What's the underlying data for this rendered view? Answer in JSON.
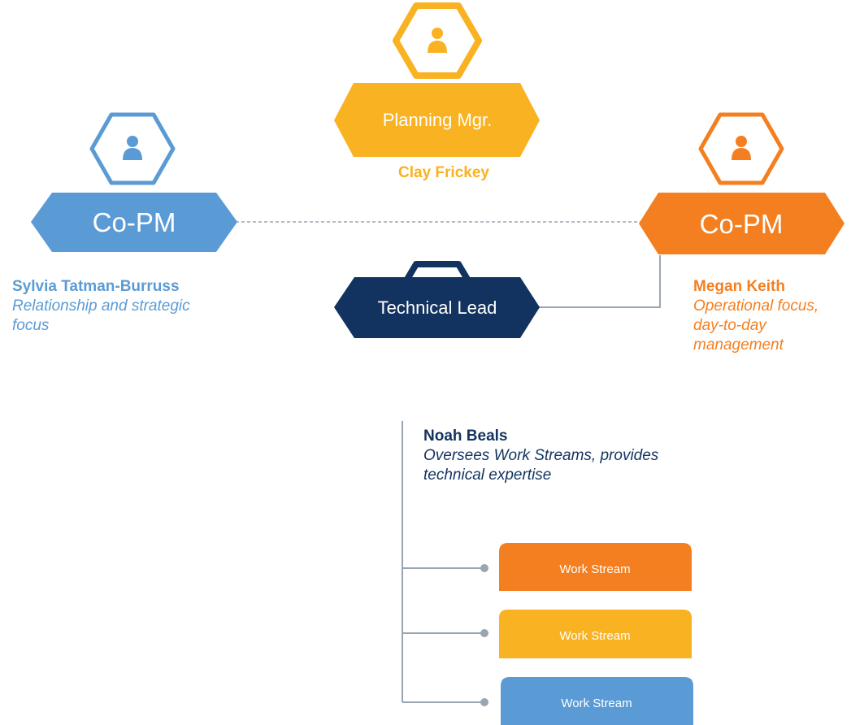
{
  "colors": {
    "gold": "#f9b221",
    "light_blue": "#5b9bd5",
    "orange": "#f47f20",
    "navy": "#12335f",
    "connector": "#9aa5b2"
  },
  "roles": {
    "planning": {
      "title": "Planning Mgr.",
      "name": "Clay Frickey",
      "icon": "person-icon"
    },
    "co_pm_left": {
      "title": "Co-PM",
      "name": "Sylvia Tatman-Burruss",
      "desc_line1": "Relationship and strategic",
      "desc_line2": "focus",
      "icon": "person-icon"
    },
    "co_pm_right": {
      "title": "Co-PM",
      "name": "Megan Keith",
      "desc_line1": "Operational focus,",
      "desc_line2": "day-to-day",
      "desc_line3": "management",
      "icon": "person-icon"
    },
    "tech_lead": {
      "title": "Technical Lead",
      "name": "Noah Beals",
      "desc_line1": "Oversees Work Streams, provides",
      "desc_line2": "technical expertise",
      "icon": "person-icon"
    }
  },
  "work_streams": [
    {
      "label": "Work Stream",
      "color": "#f47f20"
    },
    {
      "label": "Work Stream",
      "color": "#f9b221"
    },
    {
      "label": "Work Stream",
      "color": "#5b9bd5"
    }
  ]
}
